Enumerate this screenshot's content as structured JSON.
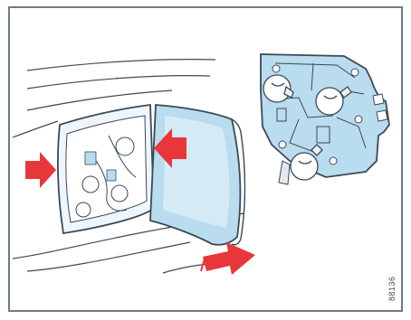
{
  "figure": {
    "reference_code": "88136",
    "colors": {
      "background": "#ffffff",
      "frame": "#6a7c88",
      "line": "#3a4a58",
      "panel_fill": "#b9dcee",
      "panel_fill_light": "#d4ebf6",
      "bulb_fill": "#ffffff",
      "arrow_red": "#e8373a"
    },
    "parts": [
      "lamp-housing-opening",
      "lamp-cover-lid",
      "bulb-holder-plate",
      "bulbs"
    ],
    "arrows": [
      "left-arrow-clip",
      "right-arrow-clip",
      "pull-out-arrow"
    ]
  }
}
